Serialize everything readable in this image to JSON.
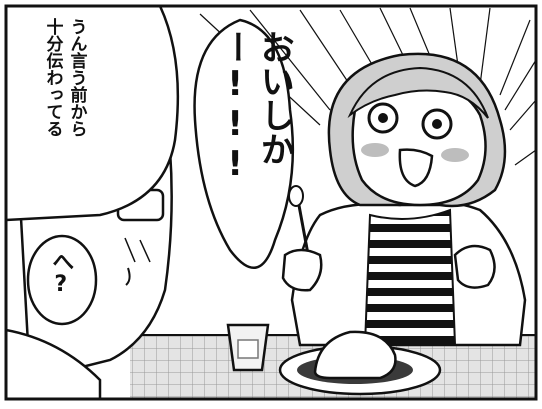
{
  "comic": {
    "exclamation": "おいしかー!!!",
    "narration_line1": "うん言う前から",
    "narration_line2": "十分伝わってる",
    "reaction": "へ?"
  },
  "colors": {
    "ink": "#111111",
    "paper": "#ffffff",
    "tone_gray": "#cfcfcf",
    "blush": "#bdbdbd"
  }
}
